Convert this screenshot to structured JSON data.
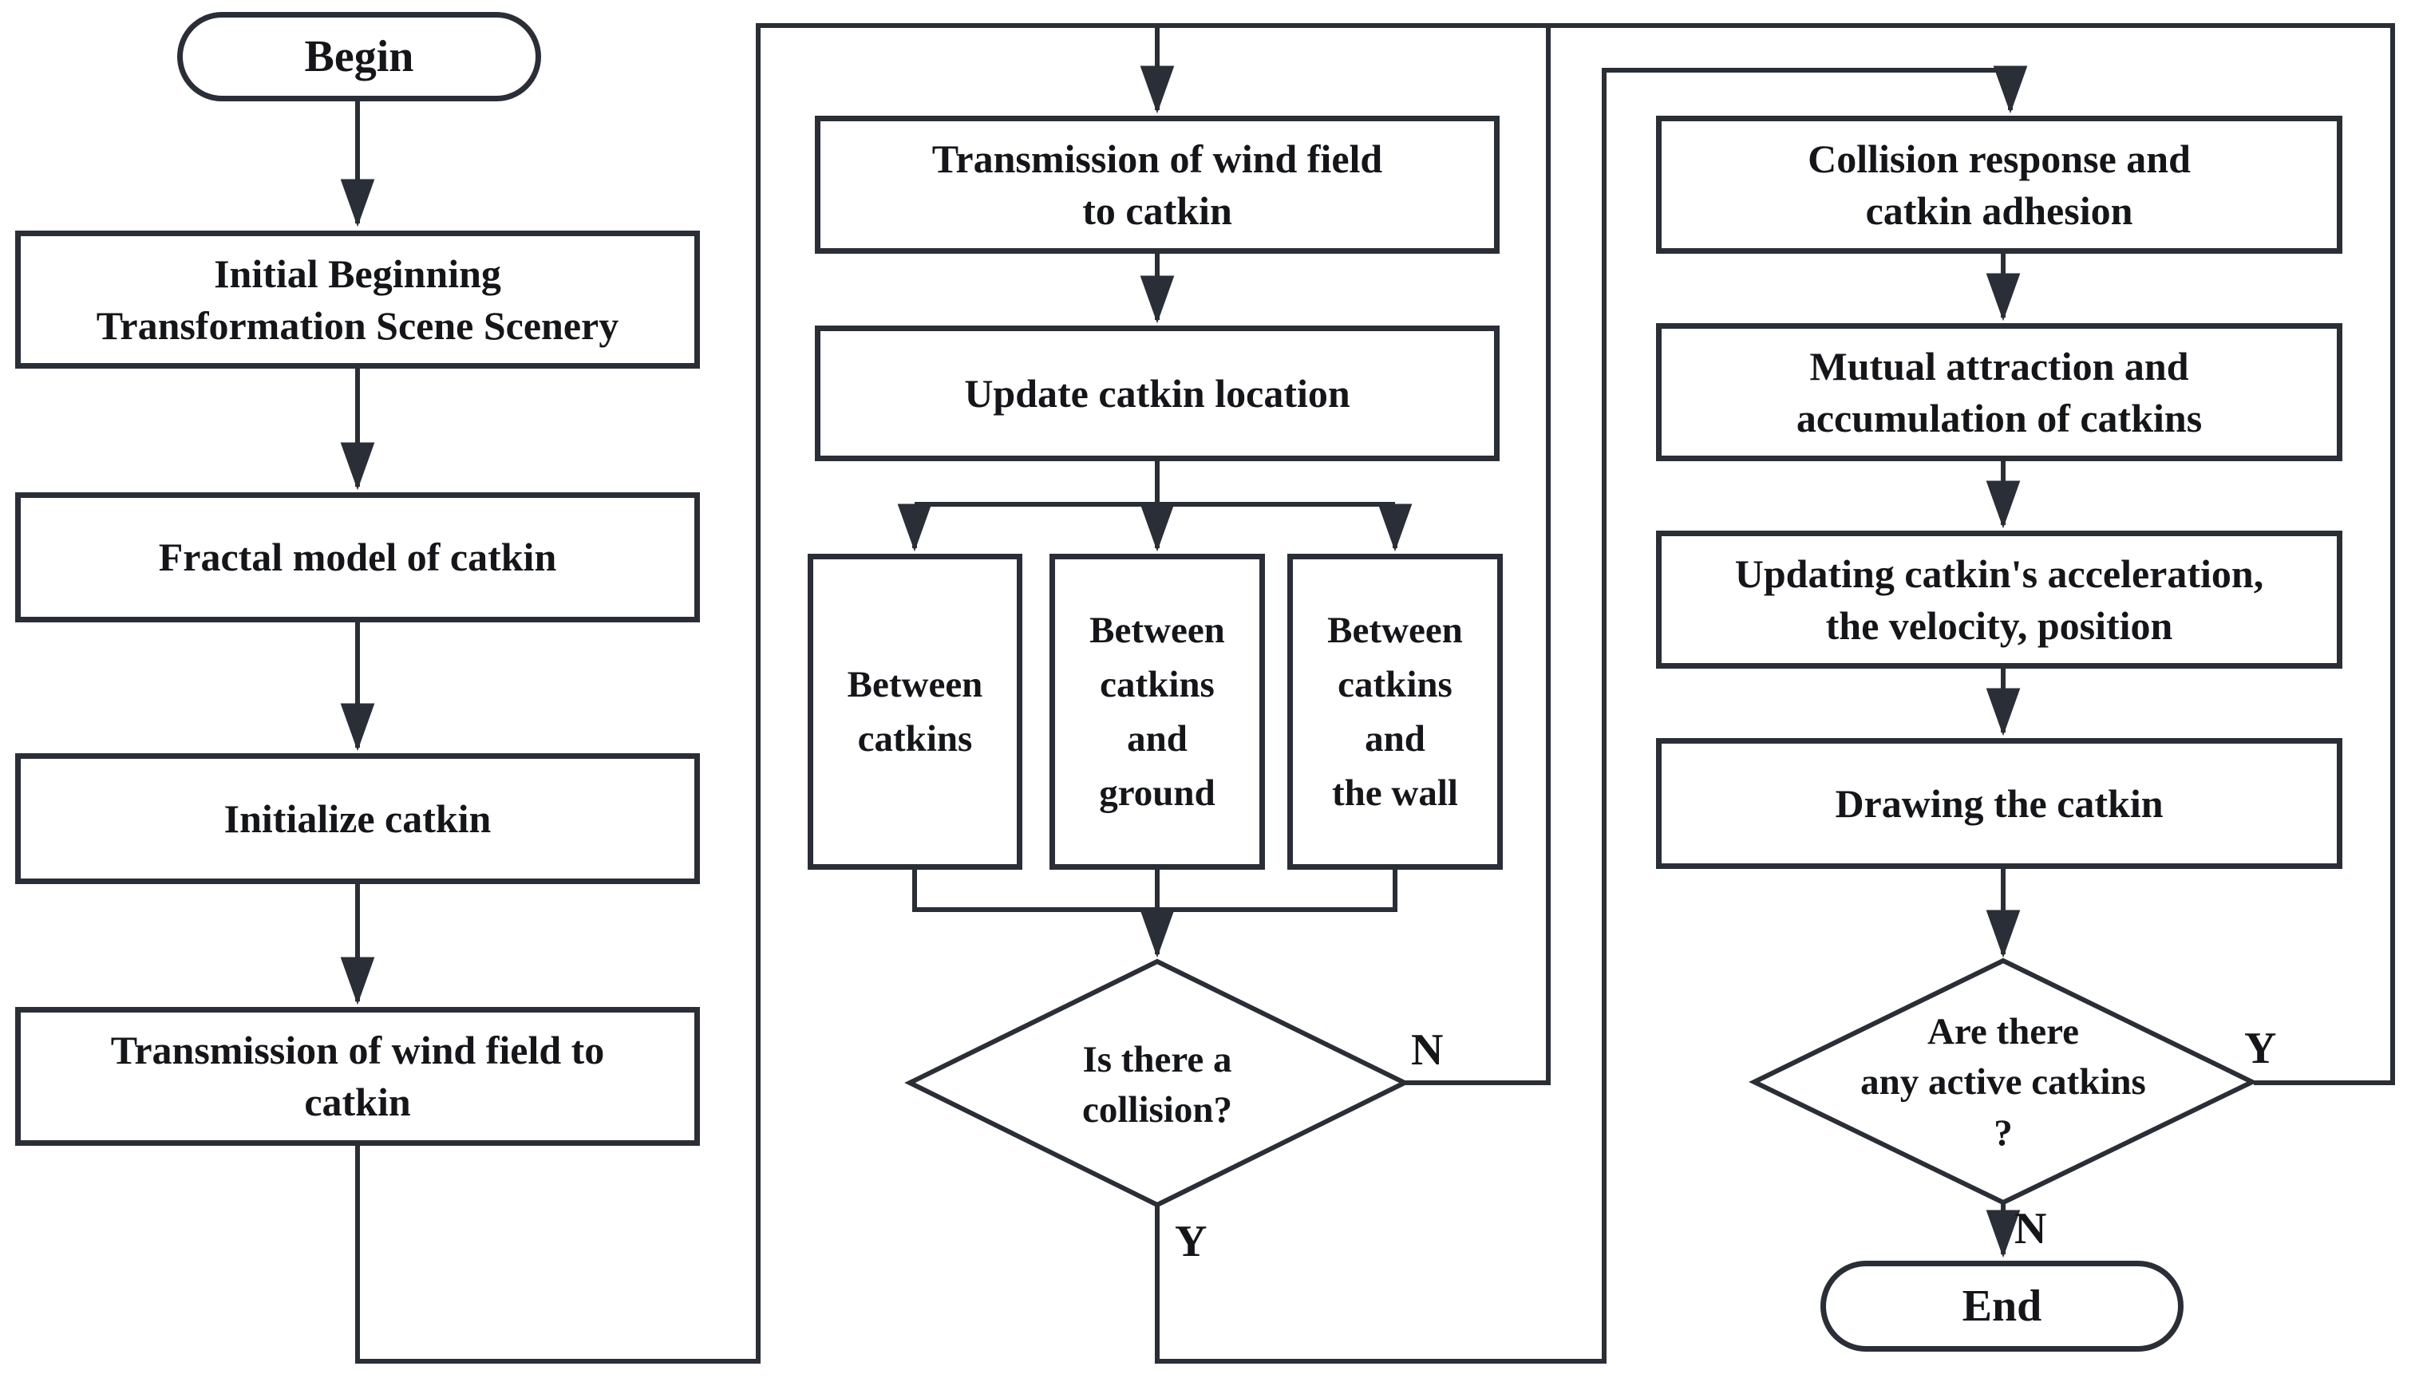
{
  "colors": {
    "line": "#2a2e36",
    "text": "#15161a",
    "background": "#ffffff",
    "node_fill": "#ffffff"
  },
  "nodes": {
    "begin": {
      "type": "terminator",
      "label": "Begin"
    },
    "init_scene": {
      "type": "process",
      "lines": [
        "Initial Beginning",
        "Transformation Scene Scenery"
      ]
    },
    "fractal_model": {
      "type": "process",
      "lines": [
        "Fractal model of catkin"
      ]
    },
    "initialize_catkin": {
      "type": "process",
      "lines": [
        "Initialize catkin"
      ]
    },
    "wind_field_left": {
      "type": "process",
      "lines": [
        "Transmission of wind field to",
        "catkin"
      ]
    },
    "wind_field_mid": {
      "type": "process",
      "lines": [
        "Transmission of wind field",
        "to catkin"
      ]
    },
    "update_location": {
      "type": "process",
      "lines": [
        "Update catkin location"
      ]
    },
    "between_catkins": {
      "type": "process",
      "lines": [
        "Between",
        "catkins"
      ]
    },
    "between_catkins_ground": {
      "type": "process",
      "lines": [
        "Between",
        "catkins",
        "and",
        "ground"
      ]
    },
    "between_catkins_wall": {
      "type": "process",
      "lines": [
        "Between",
        "catkins",
        "and",
        "the wall"
      ]
    },
    "collision_decision": {
      "type": "decision",
      "lines": [
        "Is there a",
        "collision?"
      ]
    },
    "collision_response": {
      "type": "process",
      "lines": [
        "Collision response and",
        "catkin adhesion"
      ]
    },
    "mutual_attraction": {
      "type": "process",
      "lines": [
        "Mutual attraction and",
        "accumulation of catkins"
      ]
    },
    "updating_motion": {
      "type": "process",
      "lines": [
        "Updating catkin's acceleration,",
        "the velocity, position"
      ]
    },
    "drawing_catkin": {
      "type": "process",
      "lines": [
        "Drawing the catkin"
      ]
    },
    "active_catkins_decision": {
      "type": "decision",
      "lines": [
        "Are there",
        "any active catkins",
        "?"
      ]
    },
    "end": {
      "type": "terminator",
      "label": "End"
    }
  },
  "branch_labels": {
    "collision_no": "N",
    "collision_yes": "Y",
    "active_yes": "Y",
    "active_no": "N"
  }
}
